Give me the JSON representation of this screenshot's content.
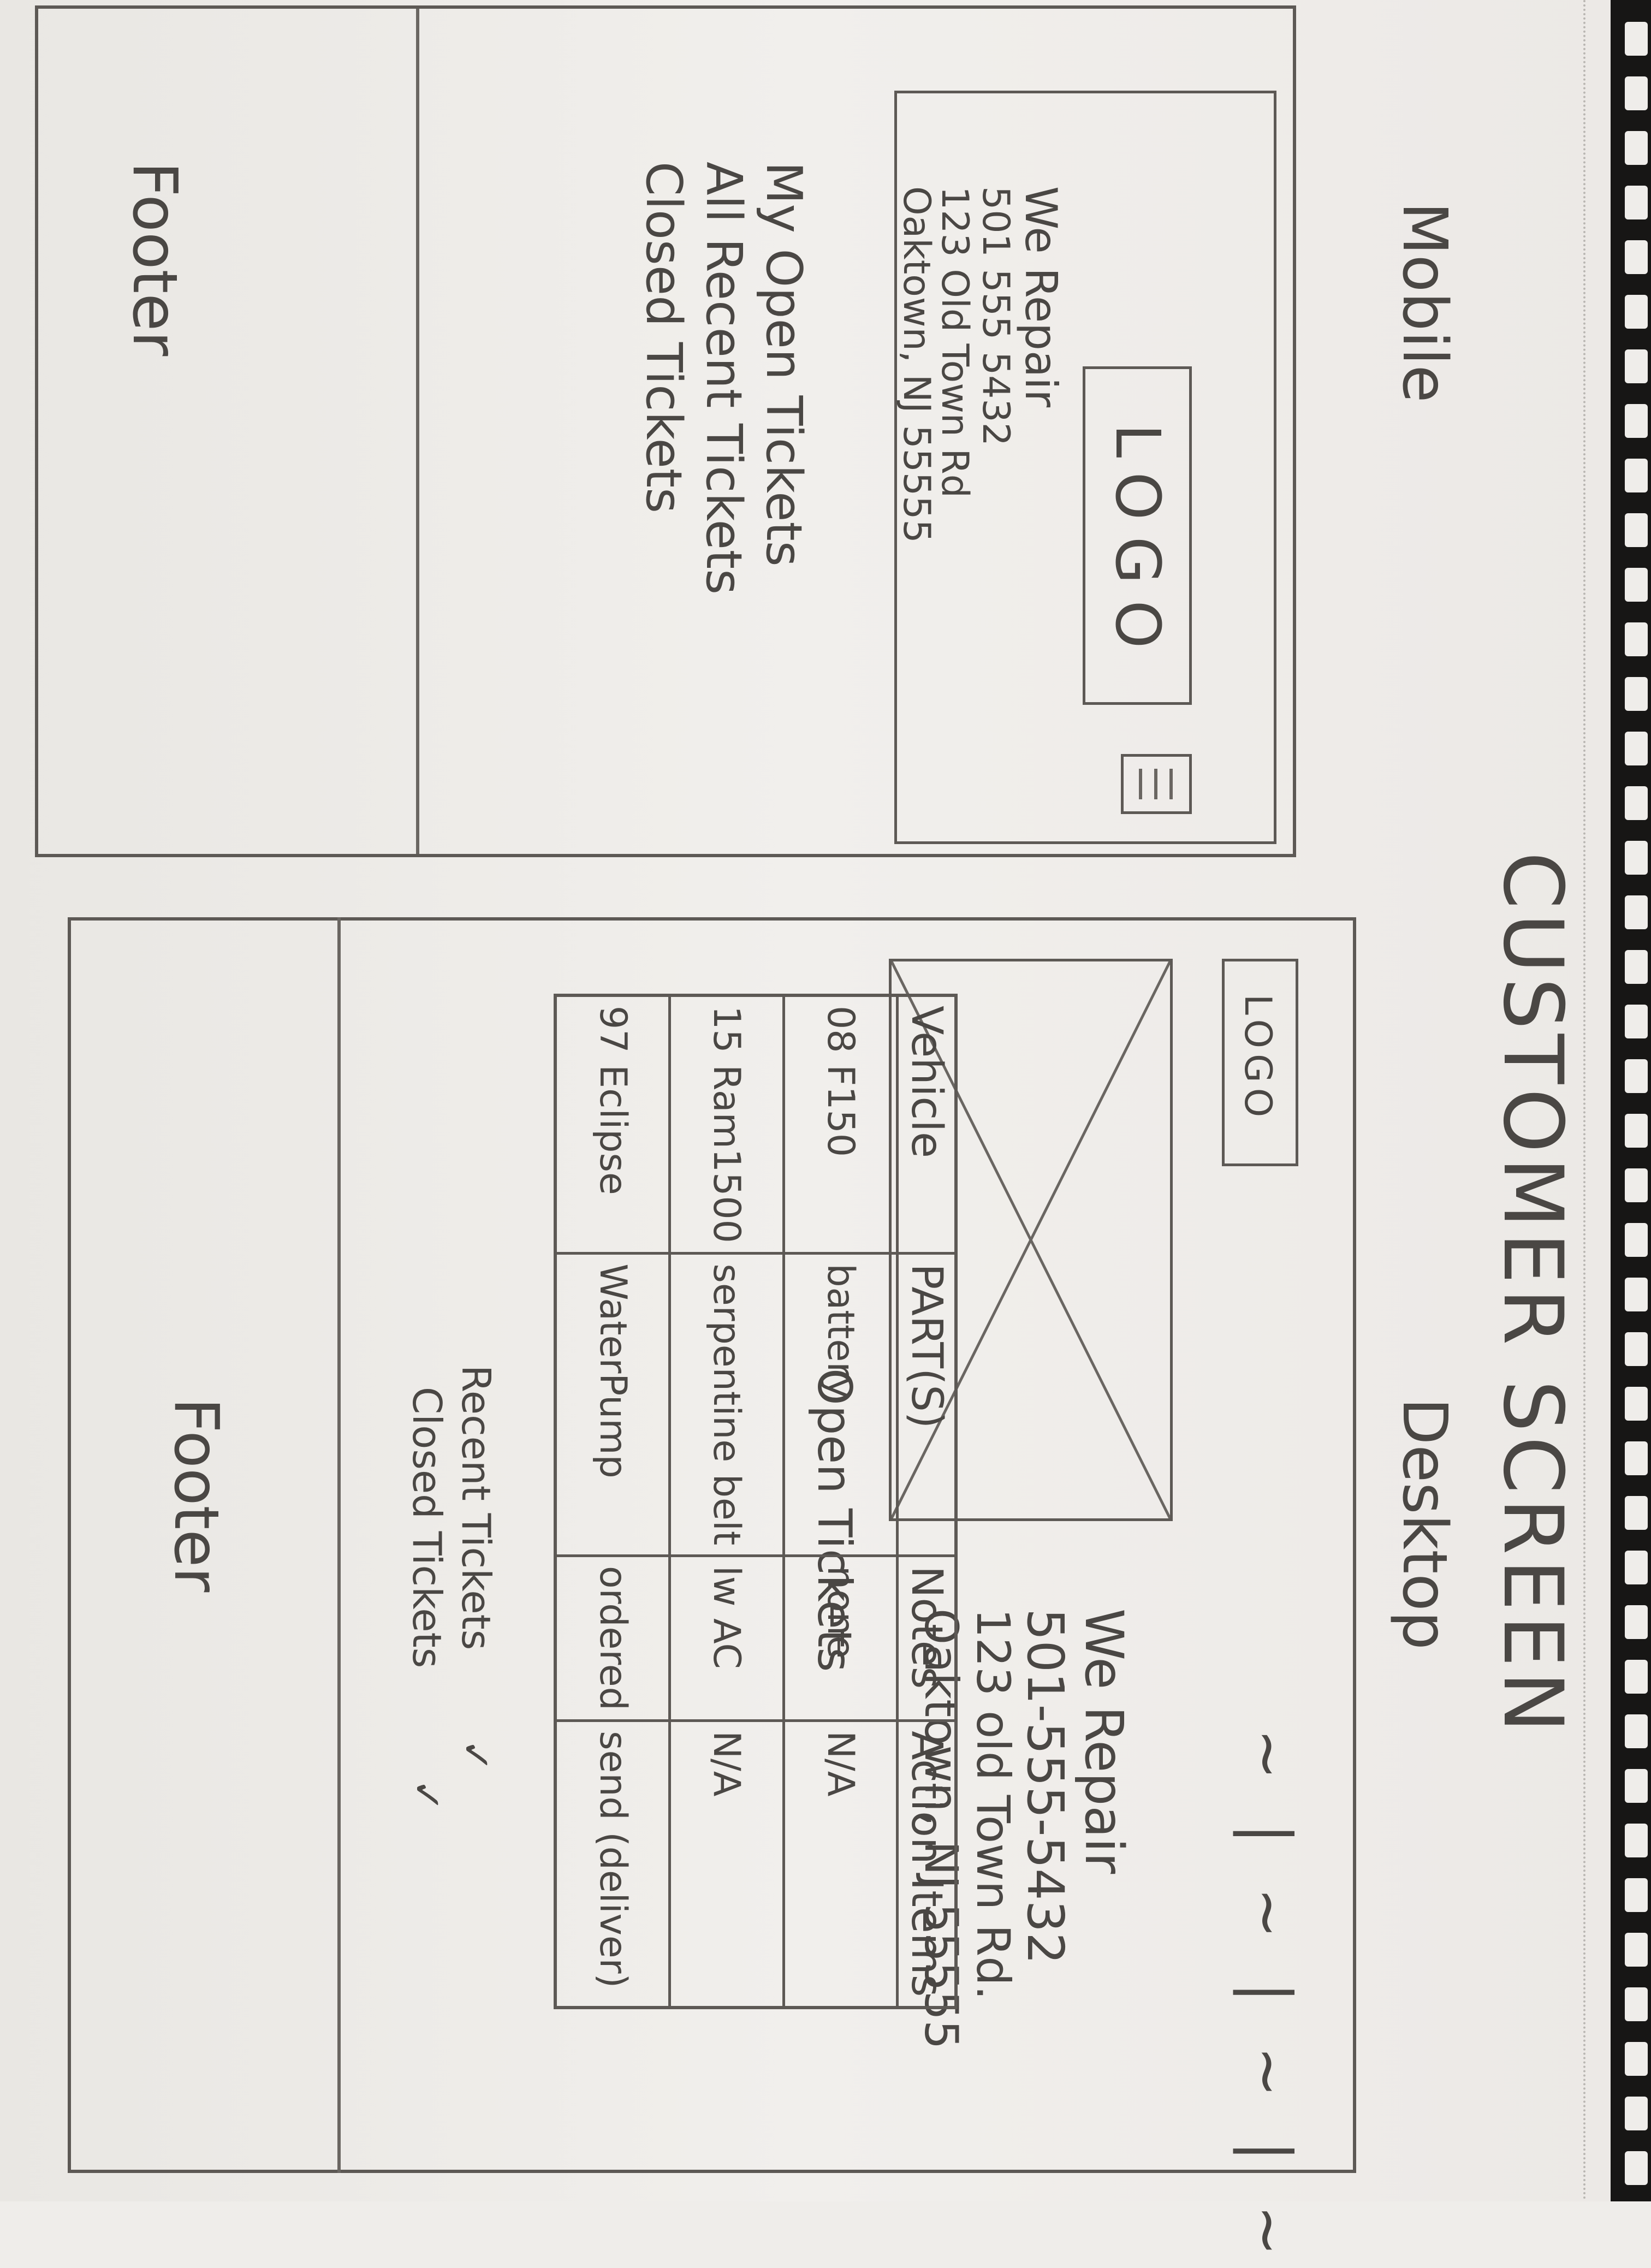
{
  "page": {
    "title": "CUSTOMER SCREEN"
  },
  "mobile": {
    "label": "Mobile",
    "logo": "LOGO",
    "menu_icon": "hamburger-menu-icon",
    "business_name": "We Repair",
    "phone": "501 555 5432",
    "address_line1": "123 Old Town Rd",
    "address_line2": "Oaktown, NJ 55555",
    "nav": [
      {
        "label": "My Open Tickets"
      },
      {
        "label": "All Recent Tickets"
      },
      {
        "label": "Closed Tickets"
      }
    ],
    "footer": "Footer"
  },
  "desktop": {
    "label": "Desktop",
    "logo": "LOGO",
    "nav_marks": "~ | ~ | ~ | ~",
    "business_name": "We Repair",
    "phone": "501-555-5432",
    "address_line1": "123 old Town Rd.",
    "address_line2": "Oaktown, NJ 55555",
    "image_placeholder_icon": "image-placeholder-icon",
    "open_tickets_title": "Open Tickets",
    "table": {
      "headers": [
        "Vehicle",
        "PART(S)",
        "Notes",
        "Action Items"
      ],
      "rows": [
        [
          "08 F150",
          "battery",
          "none",
          "N/A"
        ],
        [
          "15 Ram1500",
          "serpentine belt",
          "lw AC",
          "N/A"
        ],
        [
          "97 Eclipse",
          "WaterPump",
          "ordered",
          "send (deliver)"
        ]
      ]
    },
    "links": [
      {
        "label": "Recent Tickets",
        "check": "✓"
      },
      {
        "label": "Closed Tickets",
        "check": "✓"
      }
    ],
    "footer": "Footer"
  }
}
